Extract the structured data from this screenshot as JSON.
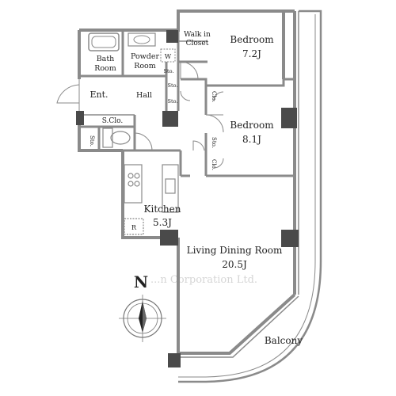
{
  "plan": {
    "rooms": {
      "bedroom1": {
        "name": "Bedroom",
        "size": "7.2J"
      },
      "walk_in_closet": {
        "line1": "Walk in",
        "line2": "Closet"
      },
      "bedroom2": {
        "name": "Bedroom",
        "size": "8.1J"
      },
      "bath": {
        "line1": "Bath",
        "line2": "Room"
      },
      "powder": {
        "line1": "Powder",
        "line2": "Room"
      },
      "entrance": "Ent.",
      "hall": "Hall",
      "shoe_closet": "S.Clo.",
      "kitchen": {
        "name": "Kitchen",
        "size": "5.3J"
      },
      "ldk": {
        "name": "Living Dining Room",
        "size": "20.5J"
      },
      "balcony": "Balcony"
    },
    "storage_labels": {
      "sto": "Sto.",
      "clo": "Clo.",
      "refrigerator": "R",
      "washer": "W"
    },
    "compass_letter": "N",
    "watermark": "...n Corporation Ltd."
  },
  "colors": {
    "wall": "#8a8a8a",
    "pillar": "#4a4a4a",
    "text": "#222222",
    "watermark": "#dcdcdc"
  }
}
